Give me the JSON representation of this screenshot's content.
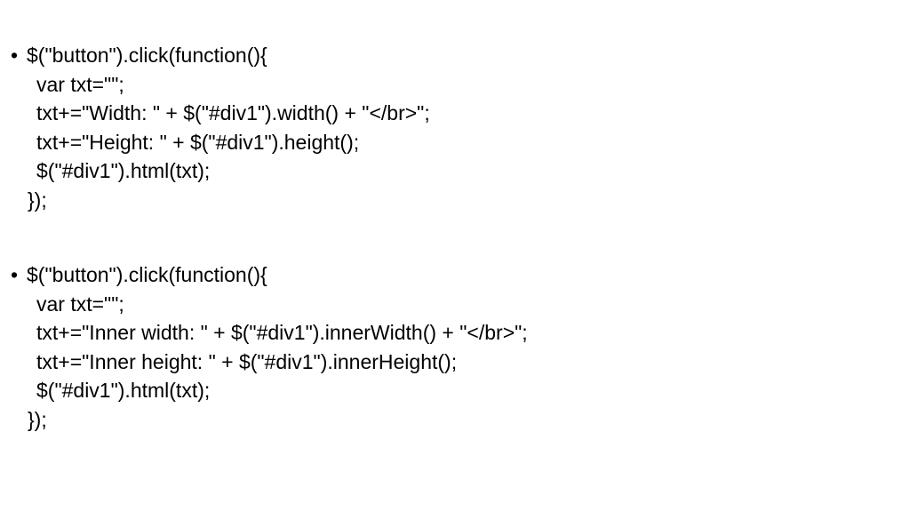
{
  "slide": {
    "bullets": [
      {
        "marker": "•",
        "lines": [
          "$(\"button\").click(function(){",
          "var txt=\"\";",
          "txt+=\"Width: \" + $(\"#div1\").width() + \"</br>\";",
          "txt+=\"Height: \" + $(\"#div1\").height();",
          "$(\"#div1\").html(txt);",
          "});"
        ]
      },
      {
        "marker": "•",
        "lines": [
          "$(\"button\").click(function(){",
          "var txt=\"\";",
          "txt+=\"Inner width: \" + $(\"#div1\").innerWidth() + \"</br>\";",
          "txt+=\"Inner height: \" + $(\"#div1\").innerHeight();",
          "$(\"#div1\").html(txt);",
          "});"
        ]
      }
    ]
  }
}
